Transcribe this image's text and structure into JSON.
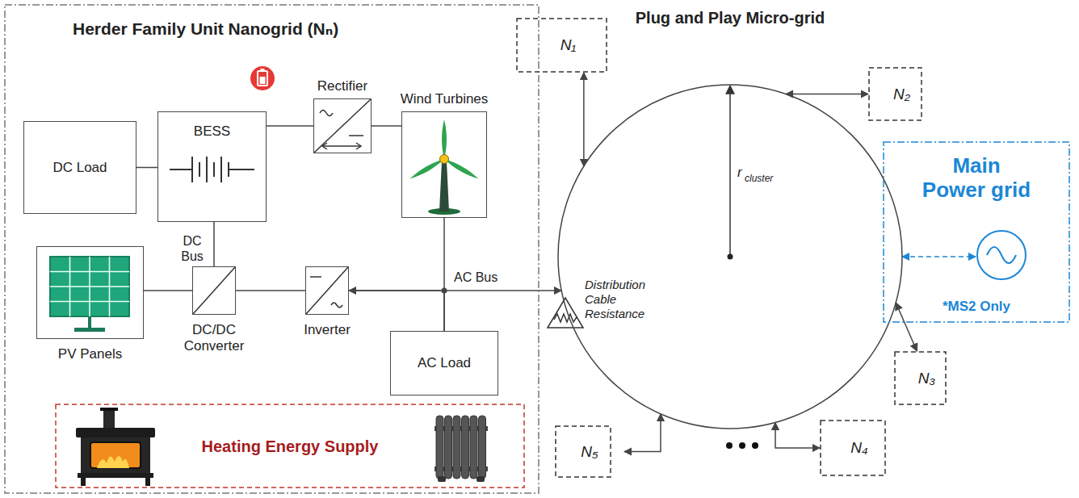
{
  "diagram": {
    "nodes": [
      {
        "text": [
          "Herder Family Unit Nanogrid (Nₙ)"
        ]
      },
      {
        "text": [
          "DC Load"
        ],
        "in": 0
      },
      {
        "text": [
          "BESS"
        ],
        "in": 0
      },
      {
        "text": [
          "Rectifier"
        ],
        "in": 0
      },
      {
        "text": [
          "Wind Turbines"
        ],
        "in": 0
      },
      {
        "text": [
          "PV Panels"
        ],
        "in": 0
      },
      {
        "text": [
          "DC/DC Converter"
        ],
        "in": 0
      },
      {
        "text": [
          "Inverter"
        ],
        "in": 0
      },
      {
        "text": [
          "AC Load"
        ],
        "in": 0
      },
      {
        "text": [
          "Heating Energy Supply"
        ],
        "in": 0
      },
      {
        "text": [
          "Plug and Play Micro-grid"
        ]
      },
      {
        "text": [
          "N₁"
        ]
      },
      {
        "text": [
          "N₂"
        ]
      },
      {
        "text": [
          "N₃"
        ]
      },
      {
        "text": [
          "N₄"
        ]
      },
      {
        "text": [
          "N₅"
        ]
      },
      {
        "text": [
          "Main Power grid",
          "*MS2 Only"
        ]
      }
    ],
    "edges": [
      {
        "from": 1,
        "to": 2,
        "arrow": "none"
      },
      {
        "from": 2,
        "to": 3,
        "arrow": "none"
      },
      {
        "from": 3,
        "to": 4,
        "arrow": "none"
      },
      {
        "from": 2,
        "to": 6,
        "arrow": "none"
      },
      {
        "from": 5,
        "to": 6,
        "arrow": "none"
      },
      {
        "from": 6,
        "to": 7,
        "arrow": "none"
      },
      {
        "from": 7,
        "to": 8,
        "arrow": "none"
      },
      {
        "from": 4,
        "to": 8,
        "arrow": "none"
      },
      {
        "from": 7,
        "to": 10,
        "arrow": "both"
      },
      {
        "from": 11,
        "to": 10,
        "arrow": "both"
      },
      {
        "from": 10,
        "to": 12,
        "arrow": "both"
      },
      {
        "from": 10,
        "to": 13,
        "arrow": "both"
      },
      {
        "from": 10,
        "to": 14,
        "arrow": "both"
      },
      {
        "from": 15,
        "to": 10,
        "arrow": "both"
      },
      {
        "from": 10,
        "to": 16,
        "arrow": "both"
      }
    ],
    "labels": [
      "DC Bus",
      "AC Bus",
      "Distribution Cable Resistance",
      "r",
      "cluster"
    ]
  }
}
